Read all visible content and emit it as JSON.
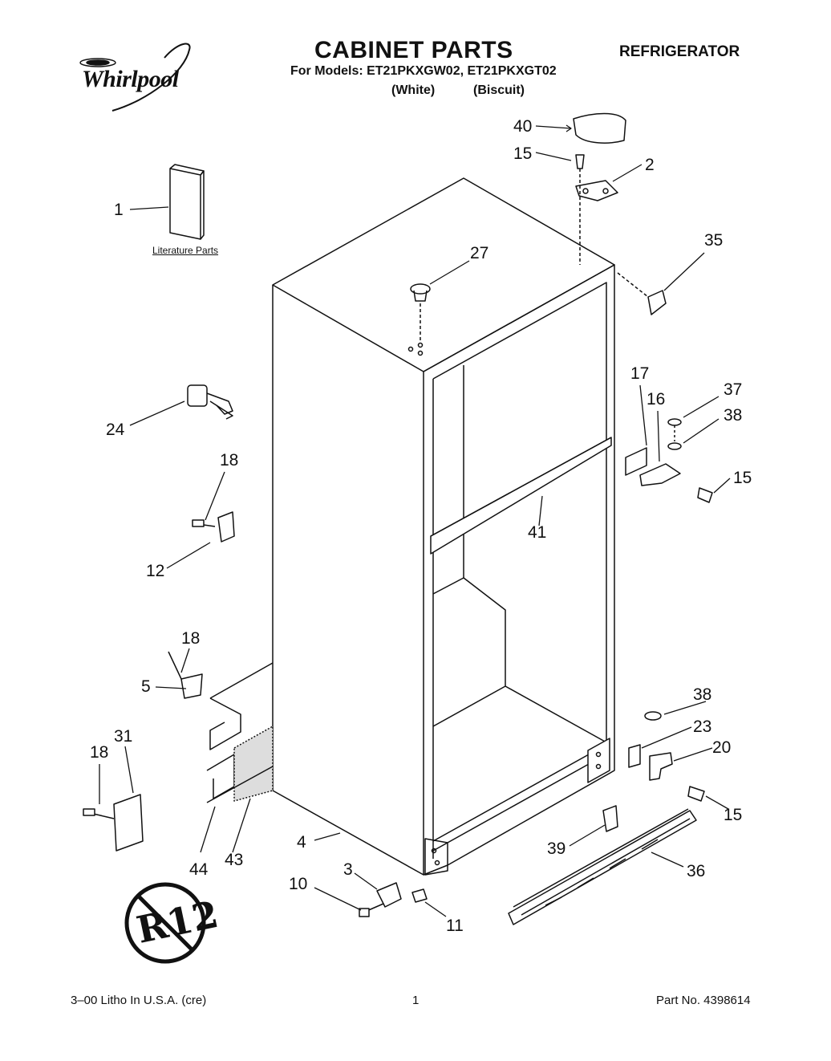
{
  "header": {
    "brand": "Whirlpool",
    "title": "CABINET PARTS",
    "models": "For Models: ET21PKXGW02, ET21PKXGT02",
    "variants": [
      "(White)",
      "(Biscuit)"
    ],
    "category": "REFRIGERATOR"
  },
  "diagram": {
    "literature_label": "Literature Parts",
    "r12_mark": "R12",
    "callouts": [
      "40",
      "15",
      "2",
      "1",
      "35",
      "27",
      "24",
      "17",
      "16",
      "37",
      "38",
      "15",
      "18",
      "12",
      "41",
      "18",
      "5",
      "38",
      "23",
      "20",
      "31",
      "18",
      "15",
      "39",
      "36",
      "4",
      "44",
      "43",
      "3",
      "10",
      "11"
    ]
  },
  "footer": {
    "left": "3–00 Litho In U.S.A. (cre)",
    "page": "1",
    "part_no": "Part No. 4398614"
  }
}
